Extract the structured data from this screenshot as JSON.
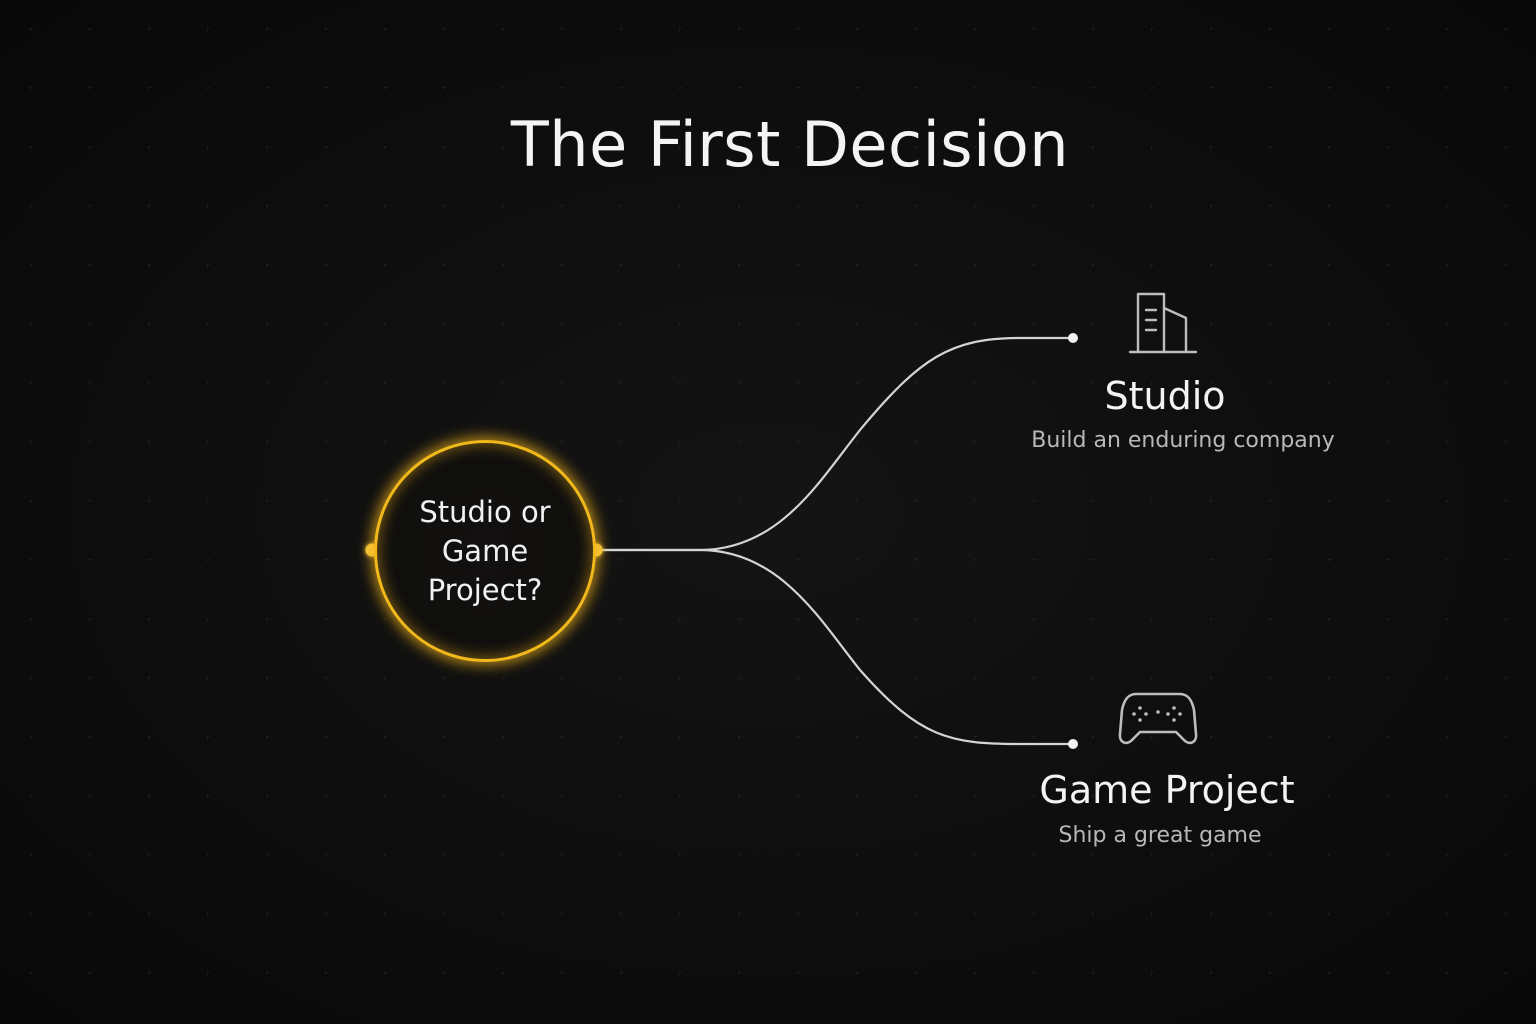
{
  "title": "The First Decision",
  "center": {
    "label": "Studio or Game Project?",
    "accent_color": "#f2b91c"
  },
  "options": [
    {
      "title": "Studio",
      "subtitle": "Build an enduring company",
      "icon": "building-icon"
    },
    {
      "title": "Game Project",
      "subtitle": "Ship a great game",
      "icon": "gamepad-icon"
    }
  ],
  "colors": {
    "background": "#0d0d0d",
    "line": "#d9d9d9",
    "accent": "#f2b91c"
  }
}
